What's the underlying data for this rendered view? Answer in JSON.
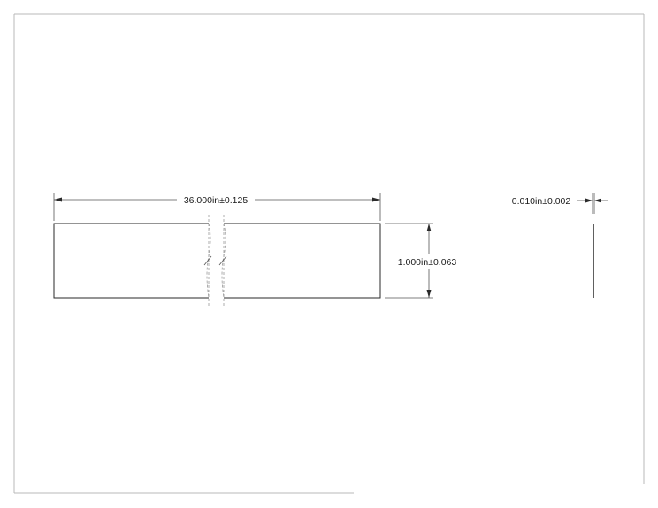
{
  "dimensions": {
    "length": "36.000in±0.125",
    "width": "1.000in±0.063",
    "thickness": "0.010in±0.002"
  },
  "colors": {
    "line": "#2a2a2a",
    "frame": "#b9b9b9",
    "break": "#9a9a9a"
  }
}
